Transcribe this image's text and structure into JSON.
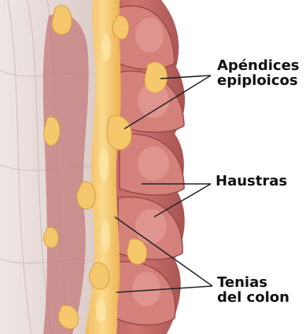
{
  "labels": {
    "appendices": [
      "Apéndices",
      "epiploicos"
    ],
    "haustra": [
      "Haustras"
    ],
    "taeniae": [
      "Tenias",
      "del colon"
    ]
  },
  "colors": {
    "colon_wall": "#c96b68",
    "colon_dark": "#9f4e4f",
    "colon_light": "#dc8c86",
    "mesentery": "#d9ccc9",
    "fat": "#f3c468",
    "fat_light": "#fbe19c",
    "leader_line": "#222222",
    "text": "#111111"
  }
}
